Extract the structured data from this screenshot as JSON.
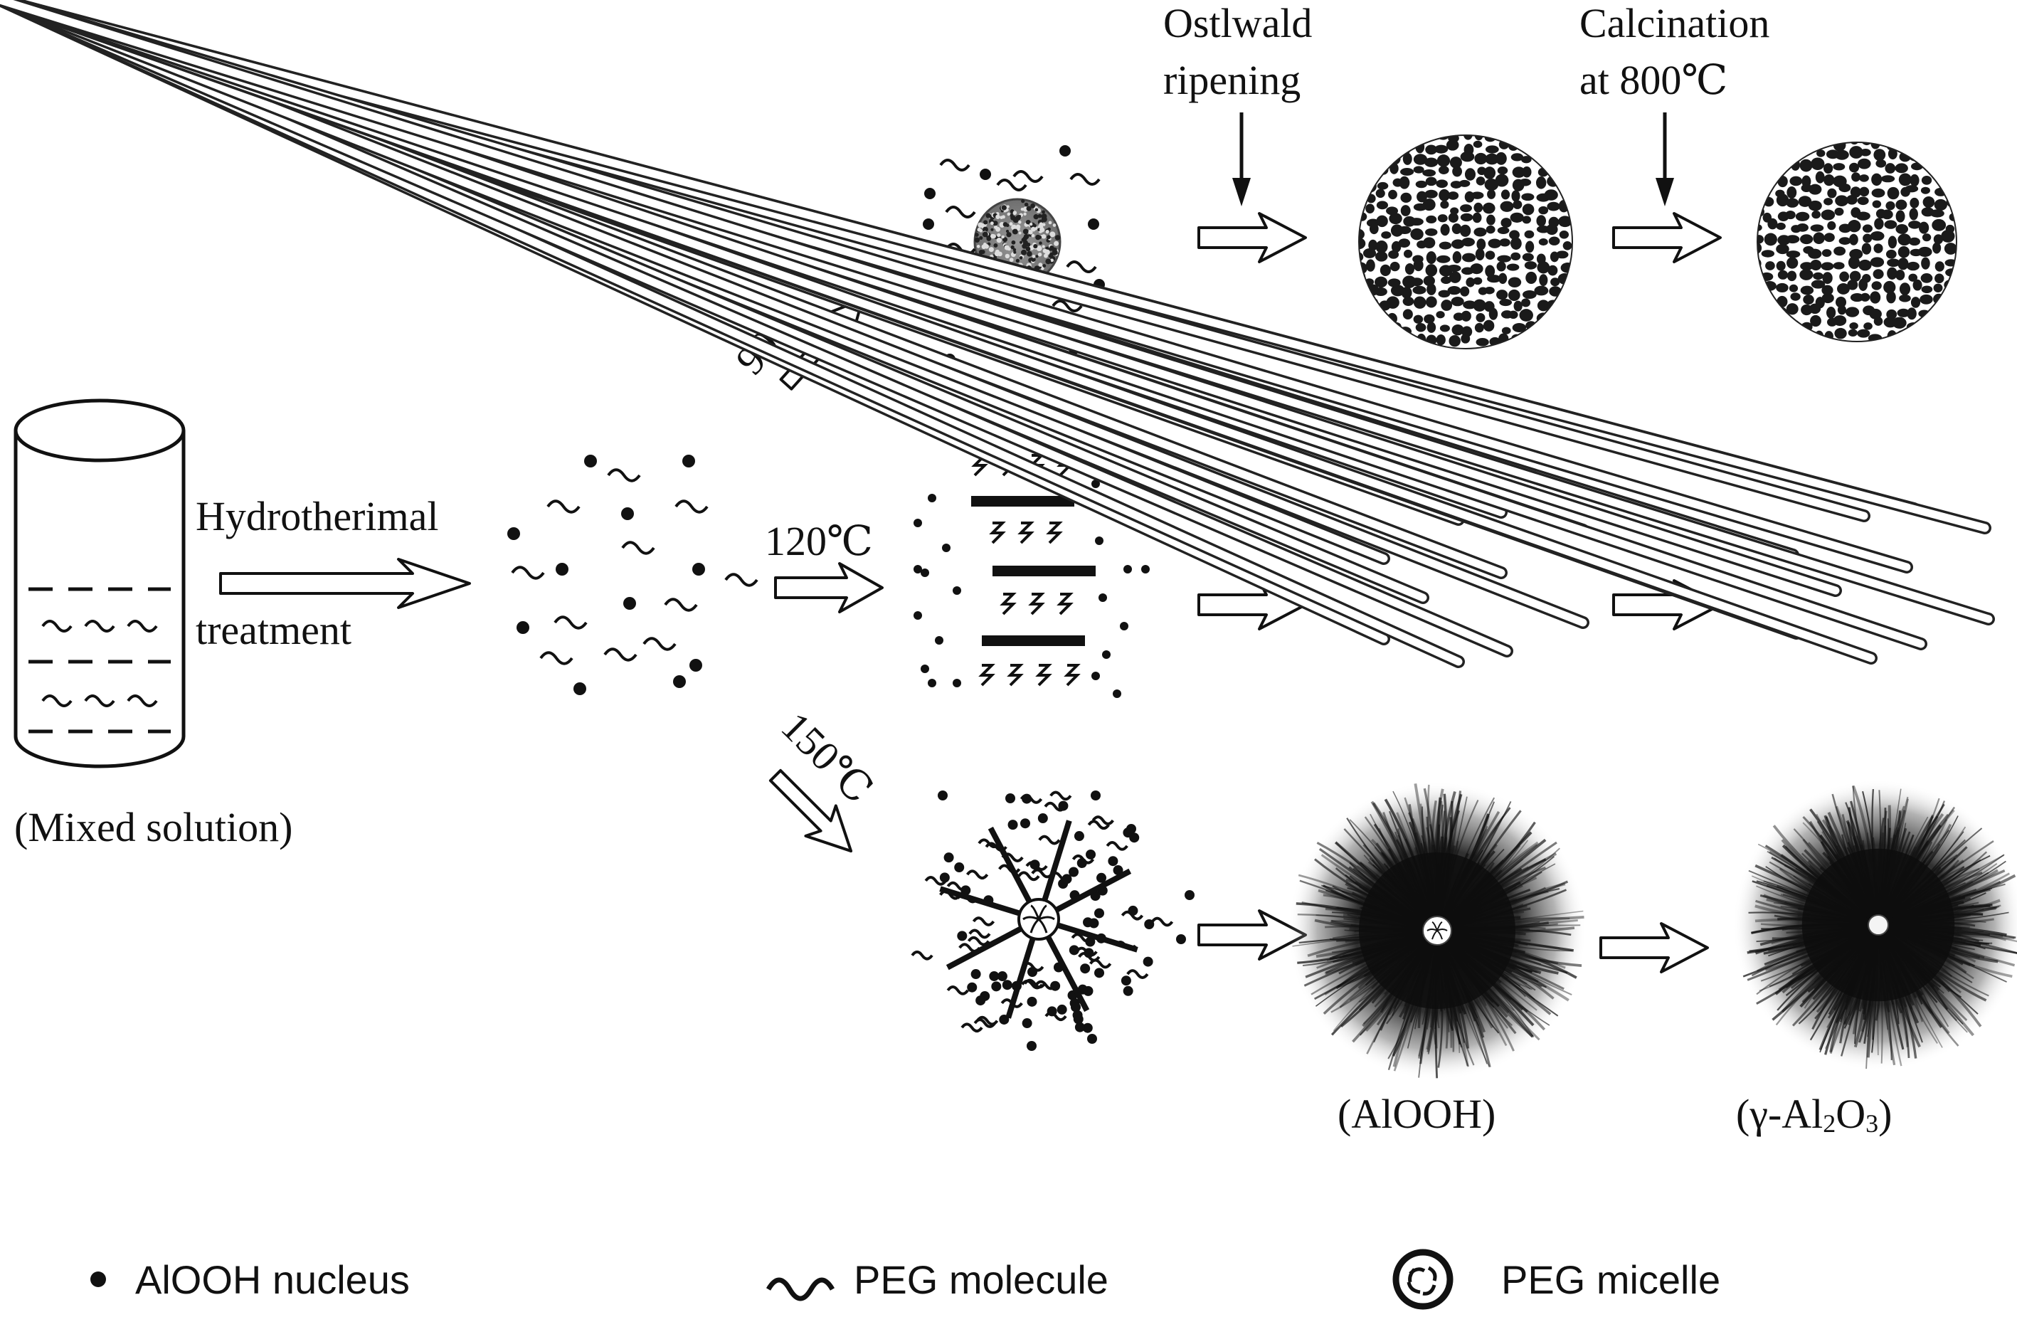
{
  "labels": {
    "mixed_solution": "(Mixed solution)",
    "hydrothermal_line1": "Hydrotherimal",
    "hydrothermal_line2": "treatment",
    "temp_90": "90℃",
    "temp_120": "120℃",
    "temp_150": "150℃",
    "ostwald_line1": "Ostlwald",
    "ostwald_line2": "ripening",
    "calcination_line1": "Calcination",
    "calcination_line2": "at 800℃",
    "product_alooh": "(AlOOH)",
    "product_al2o3_prefix": "(γ-Al",
    "product_al2o3_sub1": "2",
    "product_al2o3_mid": "O",
    "product_al2o3_sub2": "3",
    "product_al2o3_suffix": ")"
  },
  "legend": {
    "nucleus": "AlOOH nucleus",
    "peg_molecule": "PEG molecule",
    "peg_micelle": "PEG micelle"
  }
}
